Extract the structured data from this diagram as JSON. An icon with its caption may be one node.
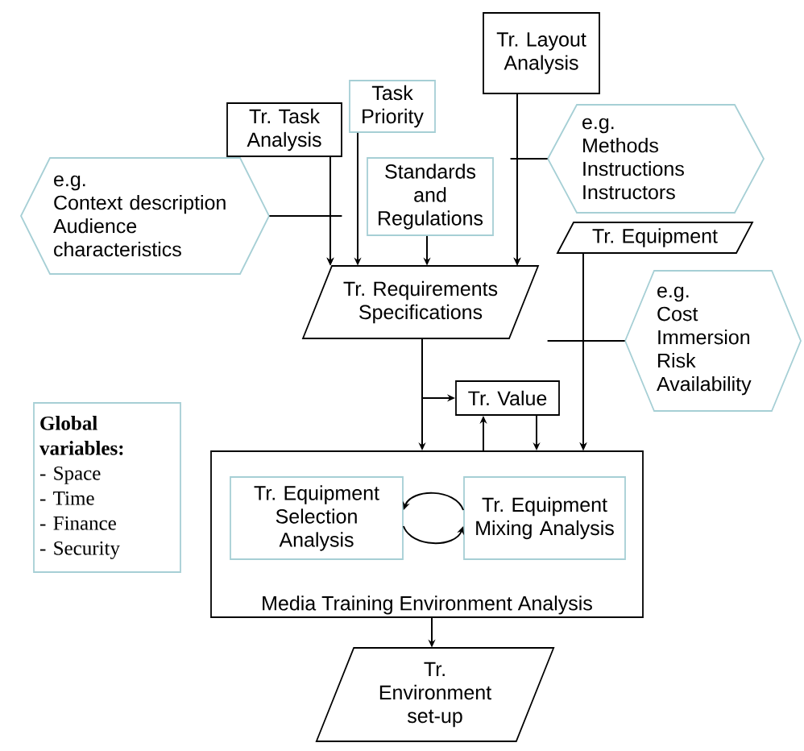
{
  "diagram": {
    "nodes": [
      {
        "text": [
          "Tr. Layout Analysis"
        ]
      },
      {
        "text": [
          "Task Priority"
        ]
      },
      {
        "text": [
          "Tr. Task Analysis"
        ]
      },
      {
        "text": [
          "Standards and Regulations"
        ]
      },
      {
        "text": [
          "e.g.",
          "Methods",
          "Instructions",
          "Instructors"
        ]
      },
      {
        "text": [
          "e.g.",
          "Context description",
          "Audience characteristics"
        ]
      },
      {
        "text": [
          "Tr. Equipment"
        ]
      },
      {
        "text": [
          "Tr. Requirements Specifications"
        ]
      },
      {
        "text": [
          "e.g.",
          "Cost",
          "Immersion",
          "Risk",
          "Availability"
        ]
      },
      {
        "text": [
          "Tr. Value"
        ]
      },
      {
        "text": [
          "Media Training Environment Analysis"
        ]
      },
      {
        "text": [
          "Tr. Equipment Selection Analysis"
        ],
        "in": 10
      },
      {
        "text": [
          "Tr. Equipment Mixing Analysis"
        ],
        "in": 10
      },
      {
        "text": [
          "Tr. Environment set-up"
        ]
      },
      {
        "text": [
          "Global variables:",
          "- Space",
          "- Time",
          "- Finance",
          "- Security"
        ]
      }
    ],
    "edges": [
      {
        "from": 2,
        "to": 7,
        "arrow": "to"
      },
      {
        "from": 1,
        "to": 7,
        "arrow": "to"
      },
      {
        "from": 3,
        "to": 7,
        "arrow": "to"
      },
      {
        "from": 0,
        "to": 7,
        "arrow": "to"
      },
      {
        "from": 5,
        "to": 7,
        "arrow": "to"
      },
      {
        "from": 4,
        "to": 7,
        "arrow": "to"
      },
      {
        "from": 7,
        "to": 10,
        "arrow": "to"
      },
      {
        "from": 7,
        "to": 9,
        "arrow": "to"
      },
      {
        "from": 9,
        "to": 10,
        "arrow": "to"
      },
      {
        "from": 10,
        "to": 9,
        "arrow": "to"
      },
      {
        "from": 6,
        "to": 10,
        "arrow": "to"
      },
      {
        "from": 8,
        "to": 10,
        "arrow": "to"
      },
      {
        "from": 10,
        "to": 13,
        "arrow": "to"
      },
      {
        "from": 12,
        "to": 11,
        "arrow": "to"
      },
      {
        "from": 11,
        "to": 12,
        "arrow": "to"
      }
    ]
  }
}
